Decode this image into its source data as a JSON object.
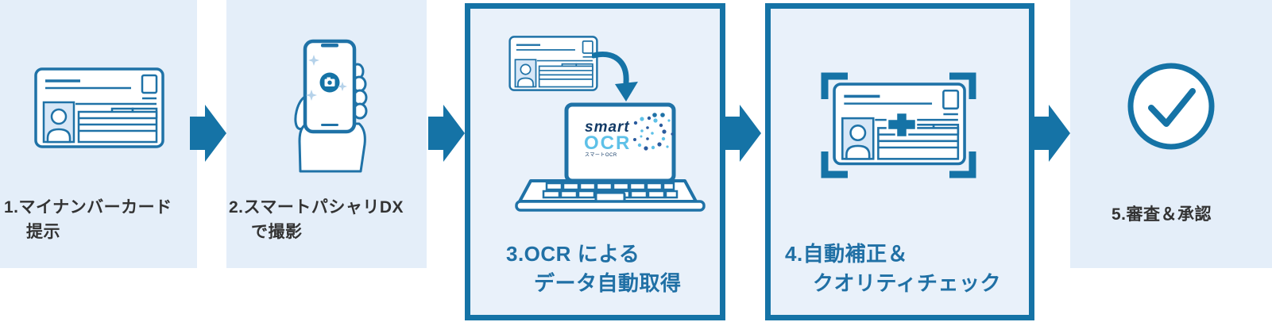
{
  "figure": {
    "type": "process-flow",
    "description": "5-step OCR onboarding flow infographic"
  },
  "colors": {
    "panel_bg": "#e4eef9",
    "bordered_panel_bg": "#e9f1fa",
    "accent_blue": "#1573a6",
    "line_art_blue": "#1f72a7",
    "text_dark": "#333333",
    "text_blue": "#2070a5",
    "photo_fill": "#d7e7f7",
    "sparkle_blue": "#b5d2ea",
    "logo_navy": "#123a66",
    "logo_cyan": "#5ec1e8"
  },
  "steps": [
    {
      "id": 1,
      "label_line1": "1.マイナンバーカード",
      "label_line2": "提示",
      "icon": "id-card-icon",
      "highlighted": false
    },
    {
      "id": 2,
      "label_line1": "2.スマートパシャリDX",
      "label_line2": "で撮影",
      "icon": "smartphone-camera-icon",
      "highlighted": false
    },
    {
      "id": 3,
      "label_line1": "3.OCR による",
      "label_line2": "データ自動取得",
      "icon": "ocr-laptop-icon",
      "highlighted": true
    },
    {
      "id": 4,
      "label_line1": "4.自動補正＆",
      "label_line2": "クオリティチェック",
      "icon": "card-quality-check-icon",
      "highlighted": true
    },
    {
      "id": 5,
      "label_line1": "5.審査＆承認",
      "label_line2": "",
      "icon": "check-circle-icon",
      "highlighted": false
    }
  ],
  "laptop_logo": {
    "smart": "smart",
    "ocr": "OCR",
    "subtext": "スマートOCR"
  }
}
